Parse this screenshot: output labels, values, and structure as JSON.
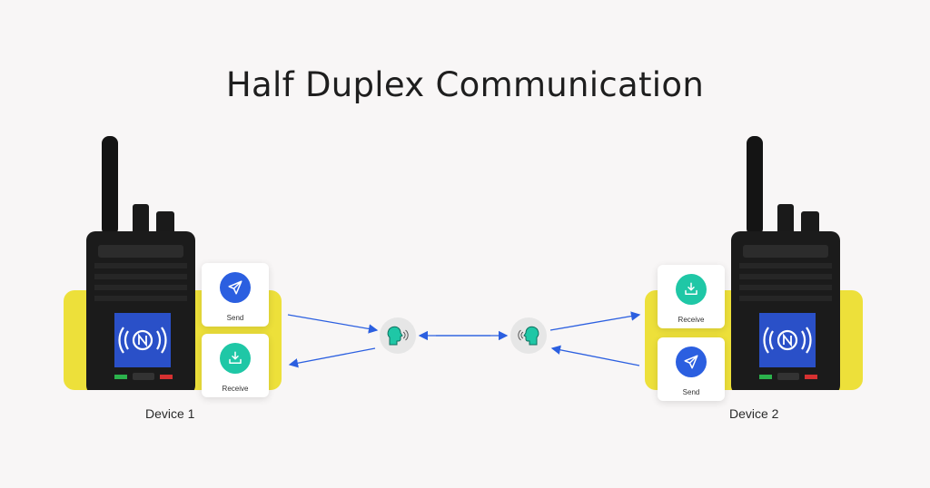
{
  "title": "Half Duplex Communication",
  "devices": [
    {
      "label": "Device 1",
      "cards": [
        {
          "label": "Send",
          "icon": "send-icon"
        },
        {
          "label": "Receive",
          "icon": "receive-icon"
        }
      ]
    },
    {
      "label": "Device 2",
      "cards": [
        {
          "label": "Receive",
          "icon": "receive-icon"
        },
        {
          "label": "Send",
          "icon": "send-icon"
        }
      ]
    }
  ],
  "colors": {
    "yellow": "#ede03a",
    "send": "#2b5fe0",
    "receive": "#1fc7a6",
    "arrow": "#2b5fe0",
    "speaker": "#1fc7a6"
  }
}
